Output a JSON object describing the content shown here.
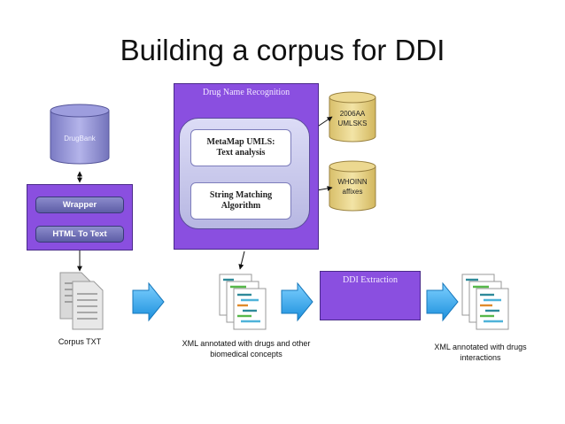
{
  "title": "Building a corpus for DDI",
  "drugbank": {
    "label": "DrugBank"
  },
  "wrapper_panel": {
    "wrapper": "Wrapper",
    "html_to_text": "HTML To Text"
  },
  "drug_name_recognition": {
    "header": "Drug Name Recognition",
    "metamap": "MetaMap UMLS: Text analysis",
    "string_matching": "String Matching Algorithm"
  },
  "umls_db": {
    "label": "2006AA UMLSKS"
  },
  "whoinn_db": {
    "label": "WHOINN affixes"
  },
  "ddi_extraction": {
    "header": "DDI Extraction"
  },
  "labels": {
    "corpus_txt": "Corpus TXT",
    "xml_drugs": "XML annotated with drugs and other biomedical concepts",
    "xml_interactions": "XML annotated with drugs interactions"
  },
  "colors": {
    "purple": "#8a4fe0",
    "cylinder_blue": "#8e8ed4",
    "cylinder_yellow": "#e8d48a",
    "arrow_blue": "#2ea8f0"
  }
}
